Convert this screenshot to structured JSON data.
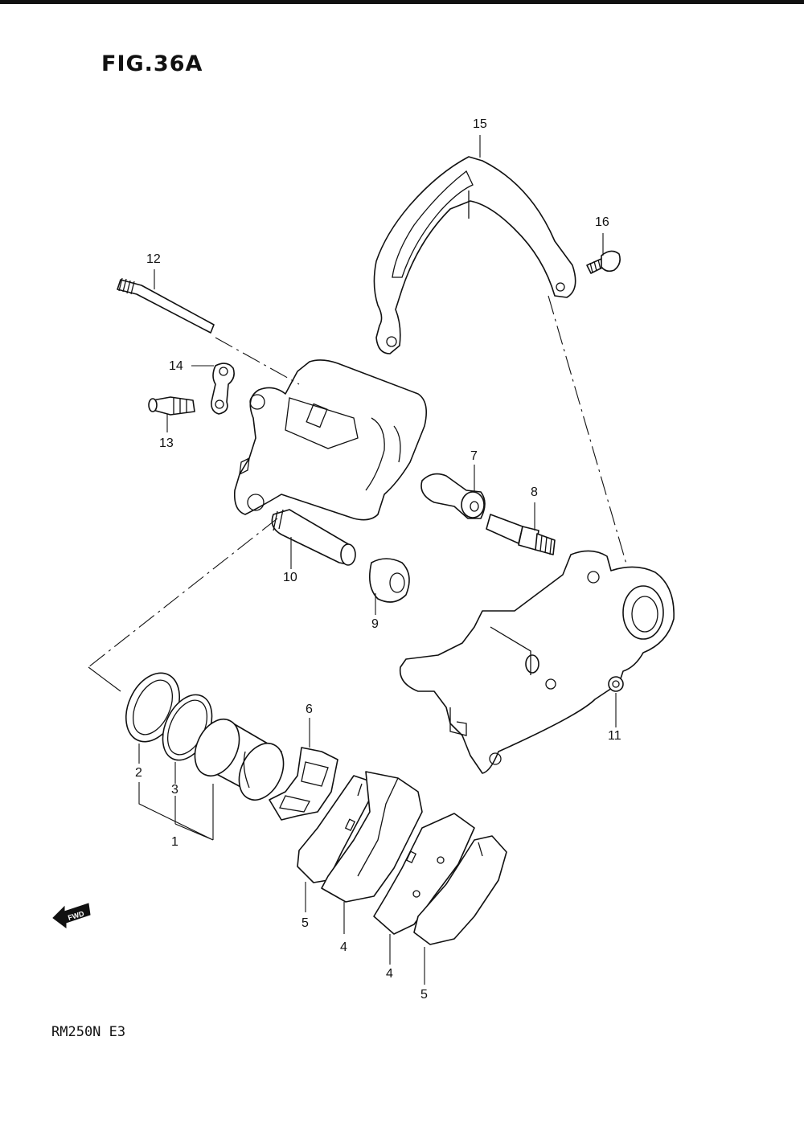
{
  "figure": {
    "title": "FIG.36A",
    "model": "RM250N E3"
  },
  "fwd_arrow": {
    "label": "FWD",
    "icon": "fwd-arrow-icon"
  },
  "callouts": {
    "c1": "1",
    "c2": "2",
    "c3": "3",
    "c4a": "4",
    "c4b": "4",
    "c5a": "5",
    "c5b": "5",
    "c6": "6",
    "c7": "7",
    "c8": "8",
    "c9": "9",
    "c10": "10",
    "c11": "11",
    "c12": "12",
    "c13": "13",
    "c14": "14",
    "c15": "15",
    "c16": "16"
  }
}
